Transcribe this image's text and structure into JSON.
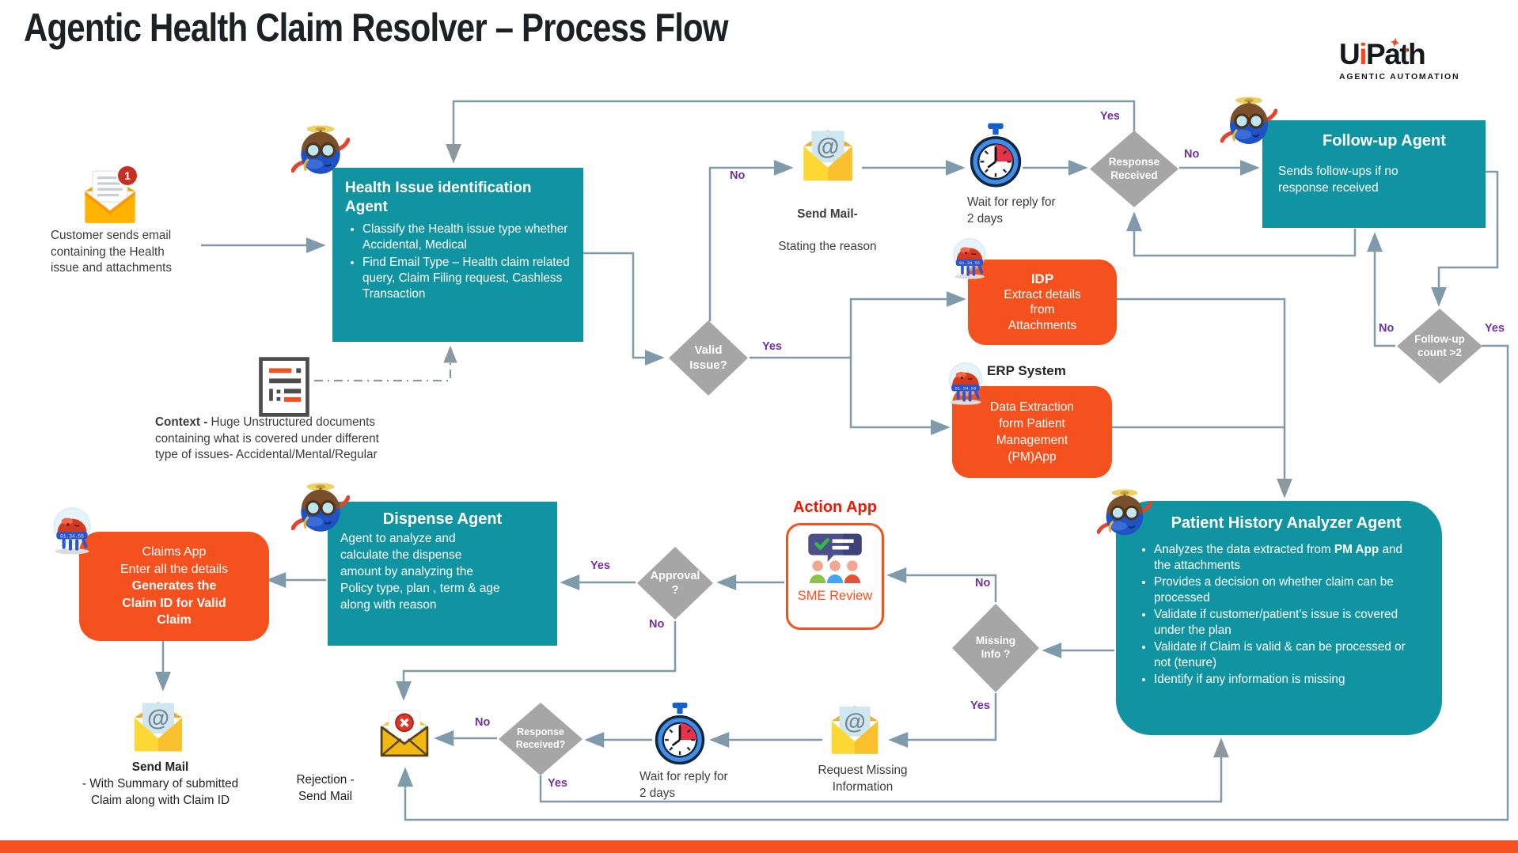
{
  "title": "Agentic Health Claim Resolver – Process Flow",
  "logo": {
    "brand_u": "U",
    "brand_i": "i",
    "brand_path": "Path",
    "sparkle": "✦",
    "sparkle2": "✦",
    "subtitle": "AGENTIC AUTOMATION"
  },
  "colors": {
    "teal": "#1094A2",
    "orange": "#F4511E",
    "diamond_gray": "#A6A6A6",
    "label_purple": "#7030A0",
    "line": "#7F9AAB",
    "action_red": "#F01800",
    "bottom_bar": "#F4511E",
    "uipath_orange": "#FA4616"
  },
  "icons": {
    "customer_email": "new-email-icon",
    "context_doc": "document-icon",
    "send_mail": "email-at-icon",
    "timer": "stopwatch-icon",
    "rejection_mail": "rejected-email-icon",
    "sme": "sme-review-icon",
    "blue_agent": "flying-robot-icon",
    "red_app": "round-robot-icon"
  },
  "nodes": {
    "customer_email": {
      "badge": "1",
      "caption": "Customer sends email\ncontaining the Health\nissue and attachments"
    },
    "health_agent": {
      "title": "Health Issue identification Agent",
      "bullets": [
        "Classify the Health issue type whether Accidental, Medical",
        "Find Email Type – Health claim related query, Claim Filing request, Cashless Transaction"
      ]
    },
    "context": {
      "lead": "Context - ",
      "text": "Huge Unstructured documents containing what is covered under different type of issues- Accidental/Mental/Regular"
    },
    "valid_issue": {
      "label": "Valid\nIssue?"
    },
    "send_mail_reason": {
      "title": "Send Mail-",
      "subtitle": "Stating the reason"
    },
    "wait_top": {
      "caption": "Wait for reply for\n2 days"
    },
    "response_top": {
      "label": "Response\nReceived"
    },
    "followup_agent": {
      "title": "Follow-up Agent",
      "body": "Sends follow-ups if no\nresponse received"
    },
    "followup_count": {
      "label": "Follow-up\ncount >2"
    },
    "idp": {
      "title": "IDP",
      "body": "Extract details\nfrom\nAttachments"
    },
    "erp": {
      "label": "ERP System",
      "body": "Data Extraction\nform Patient\nManagement\n(PM)App"
    },
    "patient_agent": {
      "title": "Patient History Analyzer Agent",
      "b1_pre": "Analyzes the data extracted from ",
      "b1_bold": "PM App",
      "b1_post": " and the  attachments",
      "rest": [
        "Provides a decision on whether claim can be processed",
        "Validate if customer/patient’s issue is covered under the plan",
        "Validate if Claim is valid & can be processed or not (tenure)",
        "Identify if any information is missing"
      ]
    },
    "missing_info": {
      "label": "Missing\nInfo ?"
    },
    "action_app": {
      "label": "Action App",
      "body": "SME Review"
    },
    "approval": {
      "label": "Approval\n?"
    },
    "dispense_agent": {
      "title": "Dispense Agent",
      "body": "Agent to analyze and\ncalculate the dispense\namount by analyzing the\nPolicy type, plan , term & age\nalong with reason"
    },
    "claims_app": {
      "line1": "Claims App",
      "line2": "Enter all the details",
      "bold": "Generates the\nClaim ID for Valid\nClaim"
    },
    "send_mail_final": {
      "title": "Send Mail",
      "subtitle": "- With Summary of submitted\nClaim along with Claim ID"
    },
    "rejection": {
      "caption": "Rejection -\nSend Mail"
    },
    "response_bottom": {
      "label": "Response\nReceived?"
    },
    "wait_bottom": {
      "caption": "Wait for reply for\n2 days"
    },
    "request_missing": {
      "caption": "Request Missing\nInformation"
    }
  },
  "edge_labels": {
    "valid_no": "No",
    "valid_yes": "Yes",
    "resp_top_yes": "Yes",
    "resp_top_no": "No",
    "fu_no": "No",
    "fu_yes": "Yes",
    "missing_no": "No",
    "missing_yes": "Yes",
    "approval_yes": "Yes",
    "approval_no": "No",
    "resp2_no": "No",
    "resp2_yes": "Yes"
  }
}
